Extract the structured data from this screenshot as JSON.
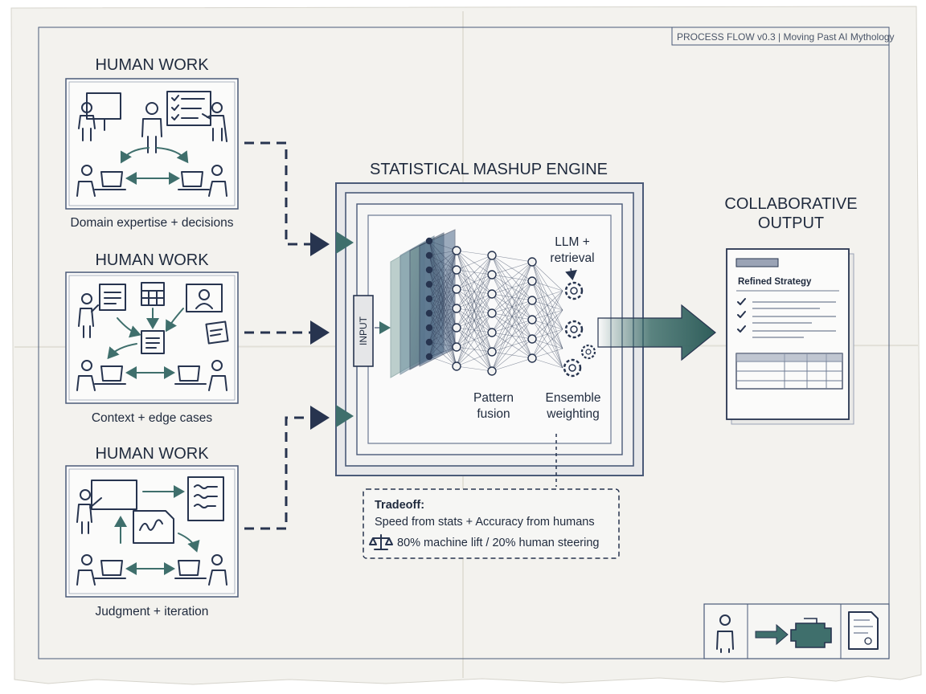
{
  "header": {
    "label": "PROCESS FLOW v0.3 | Moving Past AI Mythology"
  },
  "human_panels": [
    {
      "title": "HUMAN WORK",
      "caption": "Domain expertise + decisions"
    },
    {
      "title": "HUMAN WORK",
      "caption": "Context + edge cases"
    },
    {
      "title": "HUMAN WORK",
      "caption": "Judgment + iteration"
    }
  ],
  "engine": {
    "title": "STATISTICAL MASHUP ENGINE",
    "input_label": "INPUT",
    "llm_label_line1": "LLM +",
    "llm_label_line2": "retrieval",
    "pattern_line1": "Pattern",
    "pattern_line2": "fusion",
    "ensemble_line1": "Ensemble",
    "ensemble_line2": "weighting"
  },
  "tradeoff": {
    "title": "Tradeoff:",
    "line1": "Speed from stats + Accuracy from humans",
    "line2": "80% machine lift / 20% human steering",
    "icon": "balance-scale-icon"
  },
  "output": {
    "title_line1": "COLLABORATIVE",
    "title_line2": "OUTPUT",
    "doc_heading": "Refined Strategy"
  },
  "legend_icons": [
    "person-icon",
    "arrow-icon",
    "engine-icon",
    "document-icon"
  ],
  "colors": {
    "ink": "#27344f",
    "teal": "#3f6f6c",
    "paper": "#f3f2ee"
  }
}
